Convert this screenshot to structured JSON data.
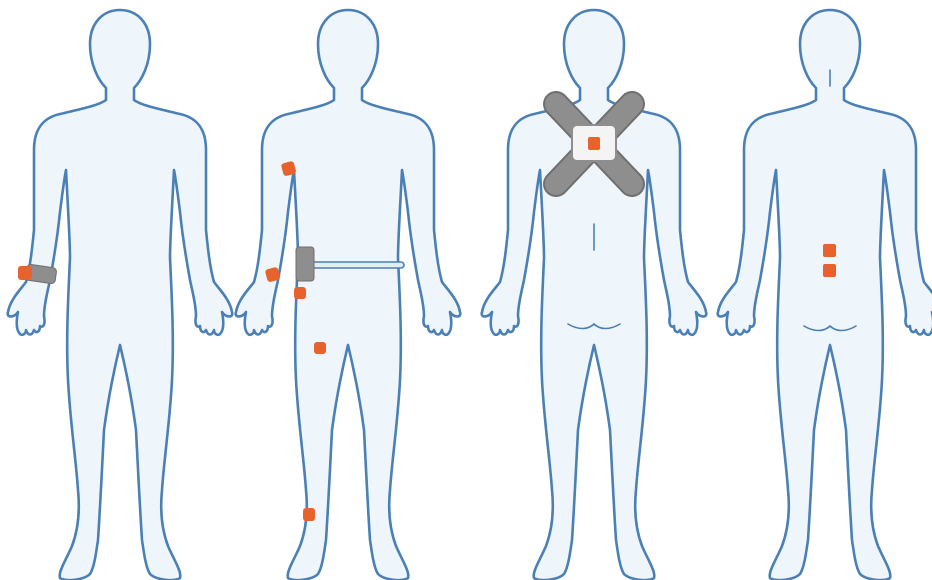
{
  "figures": [
    {
      "id": "figure-1",
      "view": "front",
      "devices": [
        "wristband-sensor"
      ]
    },
    {
      "id": "figure-2",
      "view": "front",
      "devices": [
        "upper-arm-sensor",
        "wrist-sensor",
        "hip-belt-sensor",
        "hip-sensor",
        "thigh-sensor",
        "ankle-sensor"
      ]
    },
    {
      "id": "figure-3",
      "view": "back",
      "devices": [
        "chest-harness-sensor"
      ]
    },
    {
      "id": "figure-4",
      "view": "back",
      "devices": [
        "lower-back-sensor-upper",
        "lower-back-sensor-lower"
      ]
    }
  ],
  "colors": {
    "body_fill": "#eef5fb",
    "body_outline": "#4a80b6",
    "sensor": "#e8632b",
    "strap": "#8e8e8e",
    "harness_pad": "#f4f4f4"
  },
  "icons": [
    "human-silhouette-front",
    "human-silhouette-back",
    "sensor-square"
  ]
}
